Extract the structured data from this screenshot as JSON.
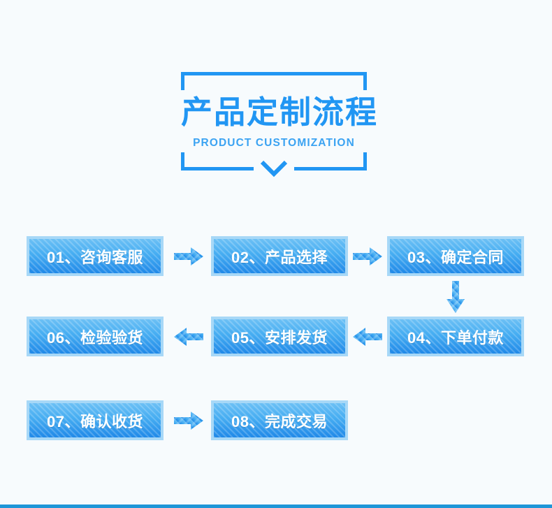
{
  "page": {
    "background_color": "#f7fbfd",
    "accent_color": "#2196f3",
    "box_fill_color": "#2e9cf0",
    "box_border_color": "#a7d8f7",
    "arrow_color": "#3aa6f0",
    "bottom_bar_color": "#1e96d8"
  },
  "header": {
    "title_cn": "产品定制流程",
    "title_en": "PRODUCT CUSTOMIZATION",
    "chevron_icon": "chevron-down-icon"
  },
  "flow": {
    "steps": [
      {
        "id": "01",
        "label": "01、咨询客服",
        "row": 1,
        "col": 1
      },
      {
        "id": "02",
        "label": "02、产品选择",
        "row": 1,
        "col": 2
      },
      {
        "id": "03",
        "label": "03、确定合同",
        "row": 1,
        "col": 3
      },
      {
        "id": "04",
        "label": "04、下单付款",
        "row": 2,
        "col": 3
      },
      {
        "id": "05",
        "label": "05、安排发货",
        "row": 2,
        "col": 2
      },
      {
        "id": "06",
        "label": "06、检验验货",
        "row": 2,
        "col": 1
      },
      {
        "id": "07",
        "label": "07、确认收货",
        "row": 3,
        "col": 1
      },
      {
        "id": "08",
        "label": "08、完成交易",
        "row": 3,
        "col": 2
      }
    ],
    "connectors": [
      {
        "name": "arrow-right-01-02",
        "direction": "right"
      },
      {
        "name": "arrow-right-02-03",
        "direction": "right"
      },
      {
        "name": "arrow-down-03-04",
        "direction": "down"
      },
      {
        "name": "arrow-left-04-05",
        "direction": "left"
      },
      {
        "name": "arrow-left-05-06",
        "direction": "left"
      },
      {
        "name": "arrow-right-07-08",
        "direction": "right"
      }
    ]
  }
}
